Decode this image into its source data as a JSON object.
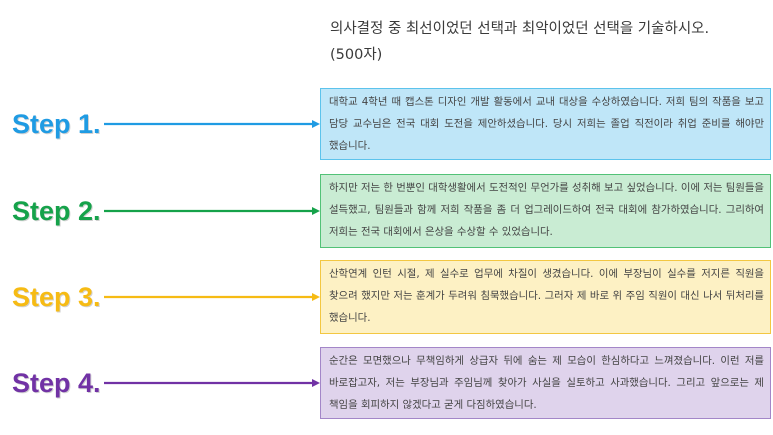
{
  "question": {
    "line1": "의사결정 중 최선이었던 선택과 최악이었던 선택을 기술하시오.",
    "line2": "(500자)"
  },
  "steps": [
    {
      "label": "Step 1.",
      "color": "#1f9be3",
      "box_bg": "#bfe6f8",
      "box_border": "#5cc3ec",
      "text": "대학교 4학년 때 캡스톤 디자인 개발 활동에서 교내 대상을 수상하였습니다. 저희 팀의 작품을 보고 담당 교수님은 전국 대회 도전을 제안하셨습니다. 당시 저희는 졸업 직전이라 취업 준비를 해야만 했습니다."
    },
    {
      "label": "Step 2.",
      "color": "#15a24a",
      "box_bg": "#c9ecd3",
      "box_border": "#52c277",
      "text": "하지만 저는 한 번뿐인 대학생활에서 도전적인 무언가를 성취해 보고 싶었습니다. 이에 저는 팀원들을 설득했고, 팀원들과 함께 저희 작품을 좀 더 업그레이드하여 전국 대회에 참가하였습니다. 그리하여 저희는 전국 대회에서 은상을 수상할 수 있었습니다."
    },
    {
      "label": "Step 3.",
      "color": "#f6bb14",
      "box_bg": "#fdf1c4",
      "box_border": "#f3c741",
      "text": "산학연계 인턴 시절, 제 실수로 업무에 차질이 생겼습니다. 이에 부장님이 실수를 저지른 직원을 찾으려 했지만 저는 훈계가 두려워 침묵했습니다. 그러자 제 바로 위 주임 직원이 대신 나서 뒤처리를 했습니다."
    },
    {
      "label": "Step 4.",
      "color": "#7132a5",
      "box_bg": "#dfd3ec",
      "box_border": "#a386c8",
      "text": "순간은 모면했으나 무책임하게 상급자 뒤에 숨는 제 모습이 한심하다고 느껴졌습니다. 이런 저를 바로잡고자, 저는 부장님과 주임님께 찾아가 사실을 실토하고 사과했습니다. 그리고 앞으로는 제 책임을 회피하지 않겠다고 굳게 다짐하였습니다."
    }
  ]
}
